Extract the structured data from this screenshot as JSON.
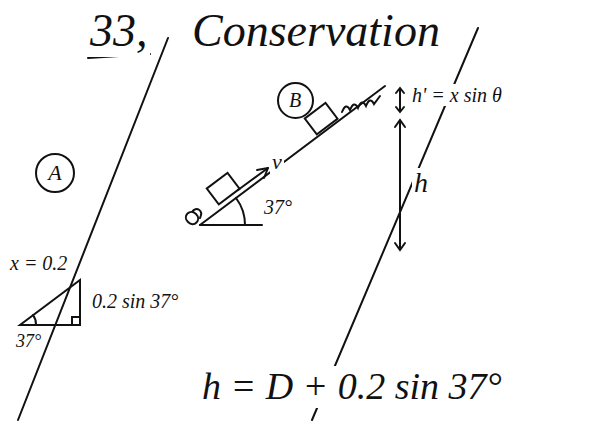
{
  "diagram": {
    "nodes": [
      {
        "text": [
          "A"
        ]
      },
      {
        "text": [
          "B"
        ]
      }
    ],
    "labels": [
      "33,",
      "Conservation",
      "v",
      "h' = x sin θ",
      "h",
      "37°",
      "x = 0.2",
      "0.2 sin 37°",
      "37°",
      "h = D + 0.2 sin 37°"
    ]
  }
}
